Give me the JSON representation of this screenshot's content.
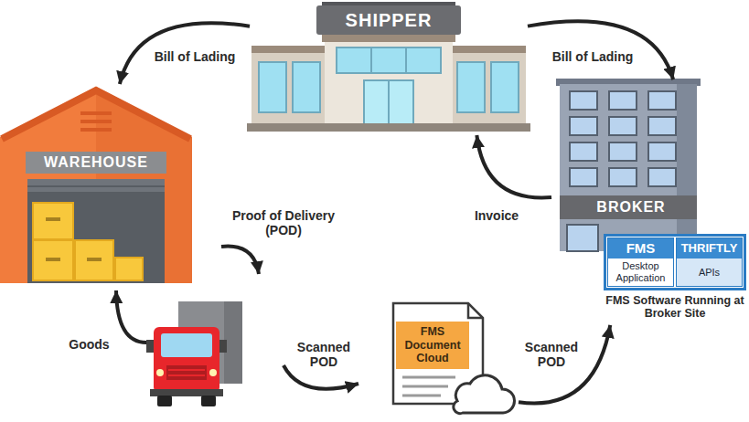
{
  "diagram": {
    "nodes": [
      {
        "text": [
          "SHIPPER"
        ]
      },
      {
        "text": [
          "WAREHOUSE"
        ]
      },
      {
        "text": [
          "BROKER"
        ]
      },
      {
        "text": [
          "FMS Software Running at Broker Site"
        ]
      },
      {
        "text": [
          "FMS",
          "Desktop Application"
        ],
        "in": 3
      },
      {
        "text": [
          "THRIFTLY",
          "APIs"
        ],
        "in": 3
      },
      {
        "text": [
          "FMS Document Cloud"
        ]
      }
    ],
    "edges": [
      {
        "from": 0,
        "to": 1,
        "label": "Bill of Lading",
        "arrow": "to"
      },
      {
        "from": 0,
        "to": 2,
        "label": "Bill of Lading",
        "arrow": "to"
      },
      {
        "from": 2,
        "to": 0,
        "label": "Invoice",
        "arrow": "to"
      },
      {
        "from": 6,
        "to": 3,
        "label": "Scanned POD",
        "arrow": "to"
      }
    ],
    "labels": [
      "Proof of Delivery (POD)",
      "Goods",
      "Scanned POD"
    ]
  }
}
